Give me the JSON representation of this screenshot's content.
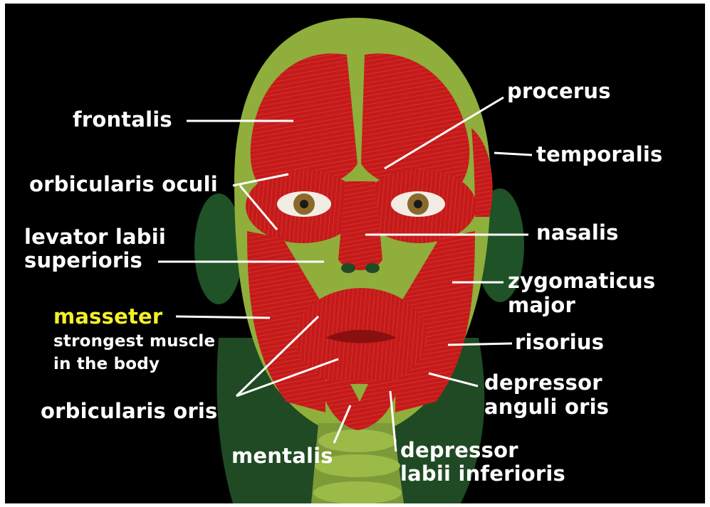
{
  "diagram": {
    "labels": {
      "frontalis": "frontalis",
      "orbicularis_oculi": "orbicularis oculi",
      "levator_line1": "levator labii",
      "levator_line2": "superioris",
      "masseter": "masseter",
      "masseter_note_line1": "strongest muscle",
      "masseter_note_line2": "in the body",
      "orbicularis_oris": "orbicularis oris",
      "mentalis": "mentalis",
      "procerus": "procerus",
      "temporalis": "temporalis",
      "nasalis": "nasalis",
      "zygomaticus_line1": "zygomaticus",
      "zygomaticus_line2": "major",
      "risorius": "risorius",
      "depressor_anguli_line1": "depressor",
      "depressor_anguli_line2": "anguli oris",
      "depressor_labii_line1": "depressor",
      "depressor_labii_line2": "labii inferioris"
    },
    "colors": {
      "background": "#000000",
      "muscle": "#c41a1a",
      "skin_green": "#8fae3c",
      "neck_dark": "#1f4a24",
      "highlight": "#f4f02a",
      "label": "#ffffff"
    }
  }
}
